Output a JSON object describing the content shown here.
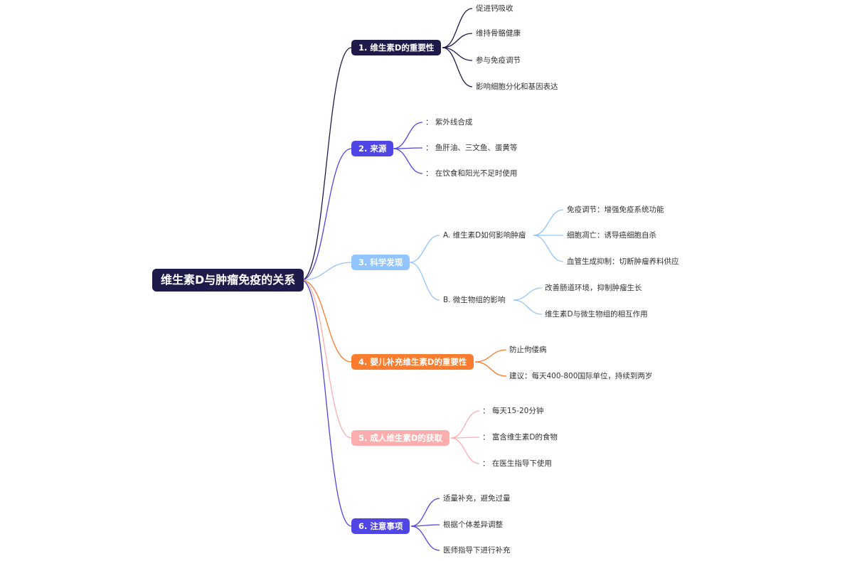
{
  "root": {
    "title": "维生素D与肿瘤免疫的关系"
  },
  "branches": [
    {
      "label": "1. 维生素D的重要性",
      "color": "#1e1b4b",
      "items": [
        "促进钙吸收",
        "维持骨骼健康",
        "参与免疫调节",
        "影响细胞分化和基因表达"
      ]
    },
    {
      "label": "2. 来源",
      "color": "#4f46e5",
      "items": [
        "：  紫外线合成",
        "：  鱼肝油、三文鱼、蛋黄等",
        "：  在饮食和阳光不足时使用"
      ]
    },
    {
      "label": "3. 科学发现",
      "color": "#93c5fd",
      "subgroups": [
        {
          "label": "A. 维生素D如何影响肿瘤",
          "items": [
            "免疫调节：增强免疫系统功能",
            "细胞凋亡：诱导癌细胞自杀",
            "血管生成抑制：切断肿瘤养料供应"
          ]
        },
        {
          "label": "B. 微生物组的影响",
          "items": [
            "改善肠道环境，抑制肿瘤生长",
            "维生素D与微生物组的相互作用"
          ]
        }
      ]
    },
    {
      "label": "4. 婴儿补充维生素D的重要性",
      "color": "#f97c2f",
      "items": [
        "防止佝偻病",
        "建议：每天400-800国际单位，持续到两岁"
      ]
    },
    {
      "label": "5. 成人维生素D的获取",
      "color": "#fcadad",
      "items": [
        "：  每天15-20分钟",
        "：  富含维生素D的食物",
        "：  在医生指导下使用"
      ]
    },
    {
      "label": "6. 注意事项",
      "color": "#4f46e5",
      "items": [
        "适量补充，避免过量",
        "根据个体差异调整",
        "医师指导下进行补充"
      ]
    }
  ]
}
